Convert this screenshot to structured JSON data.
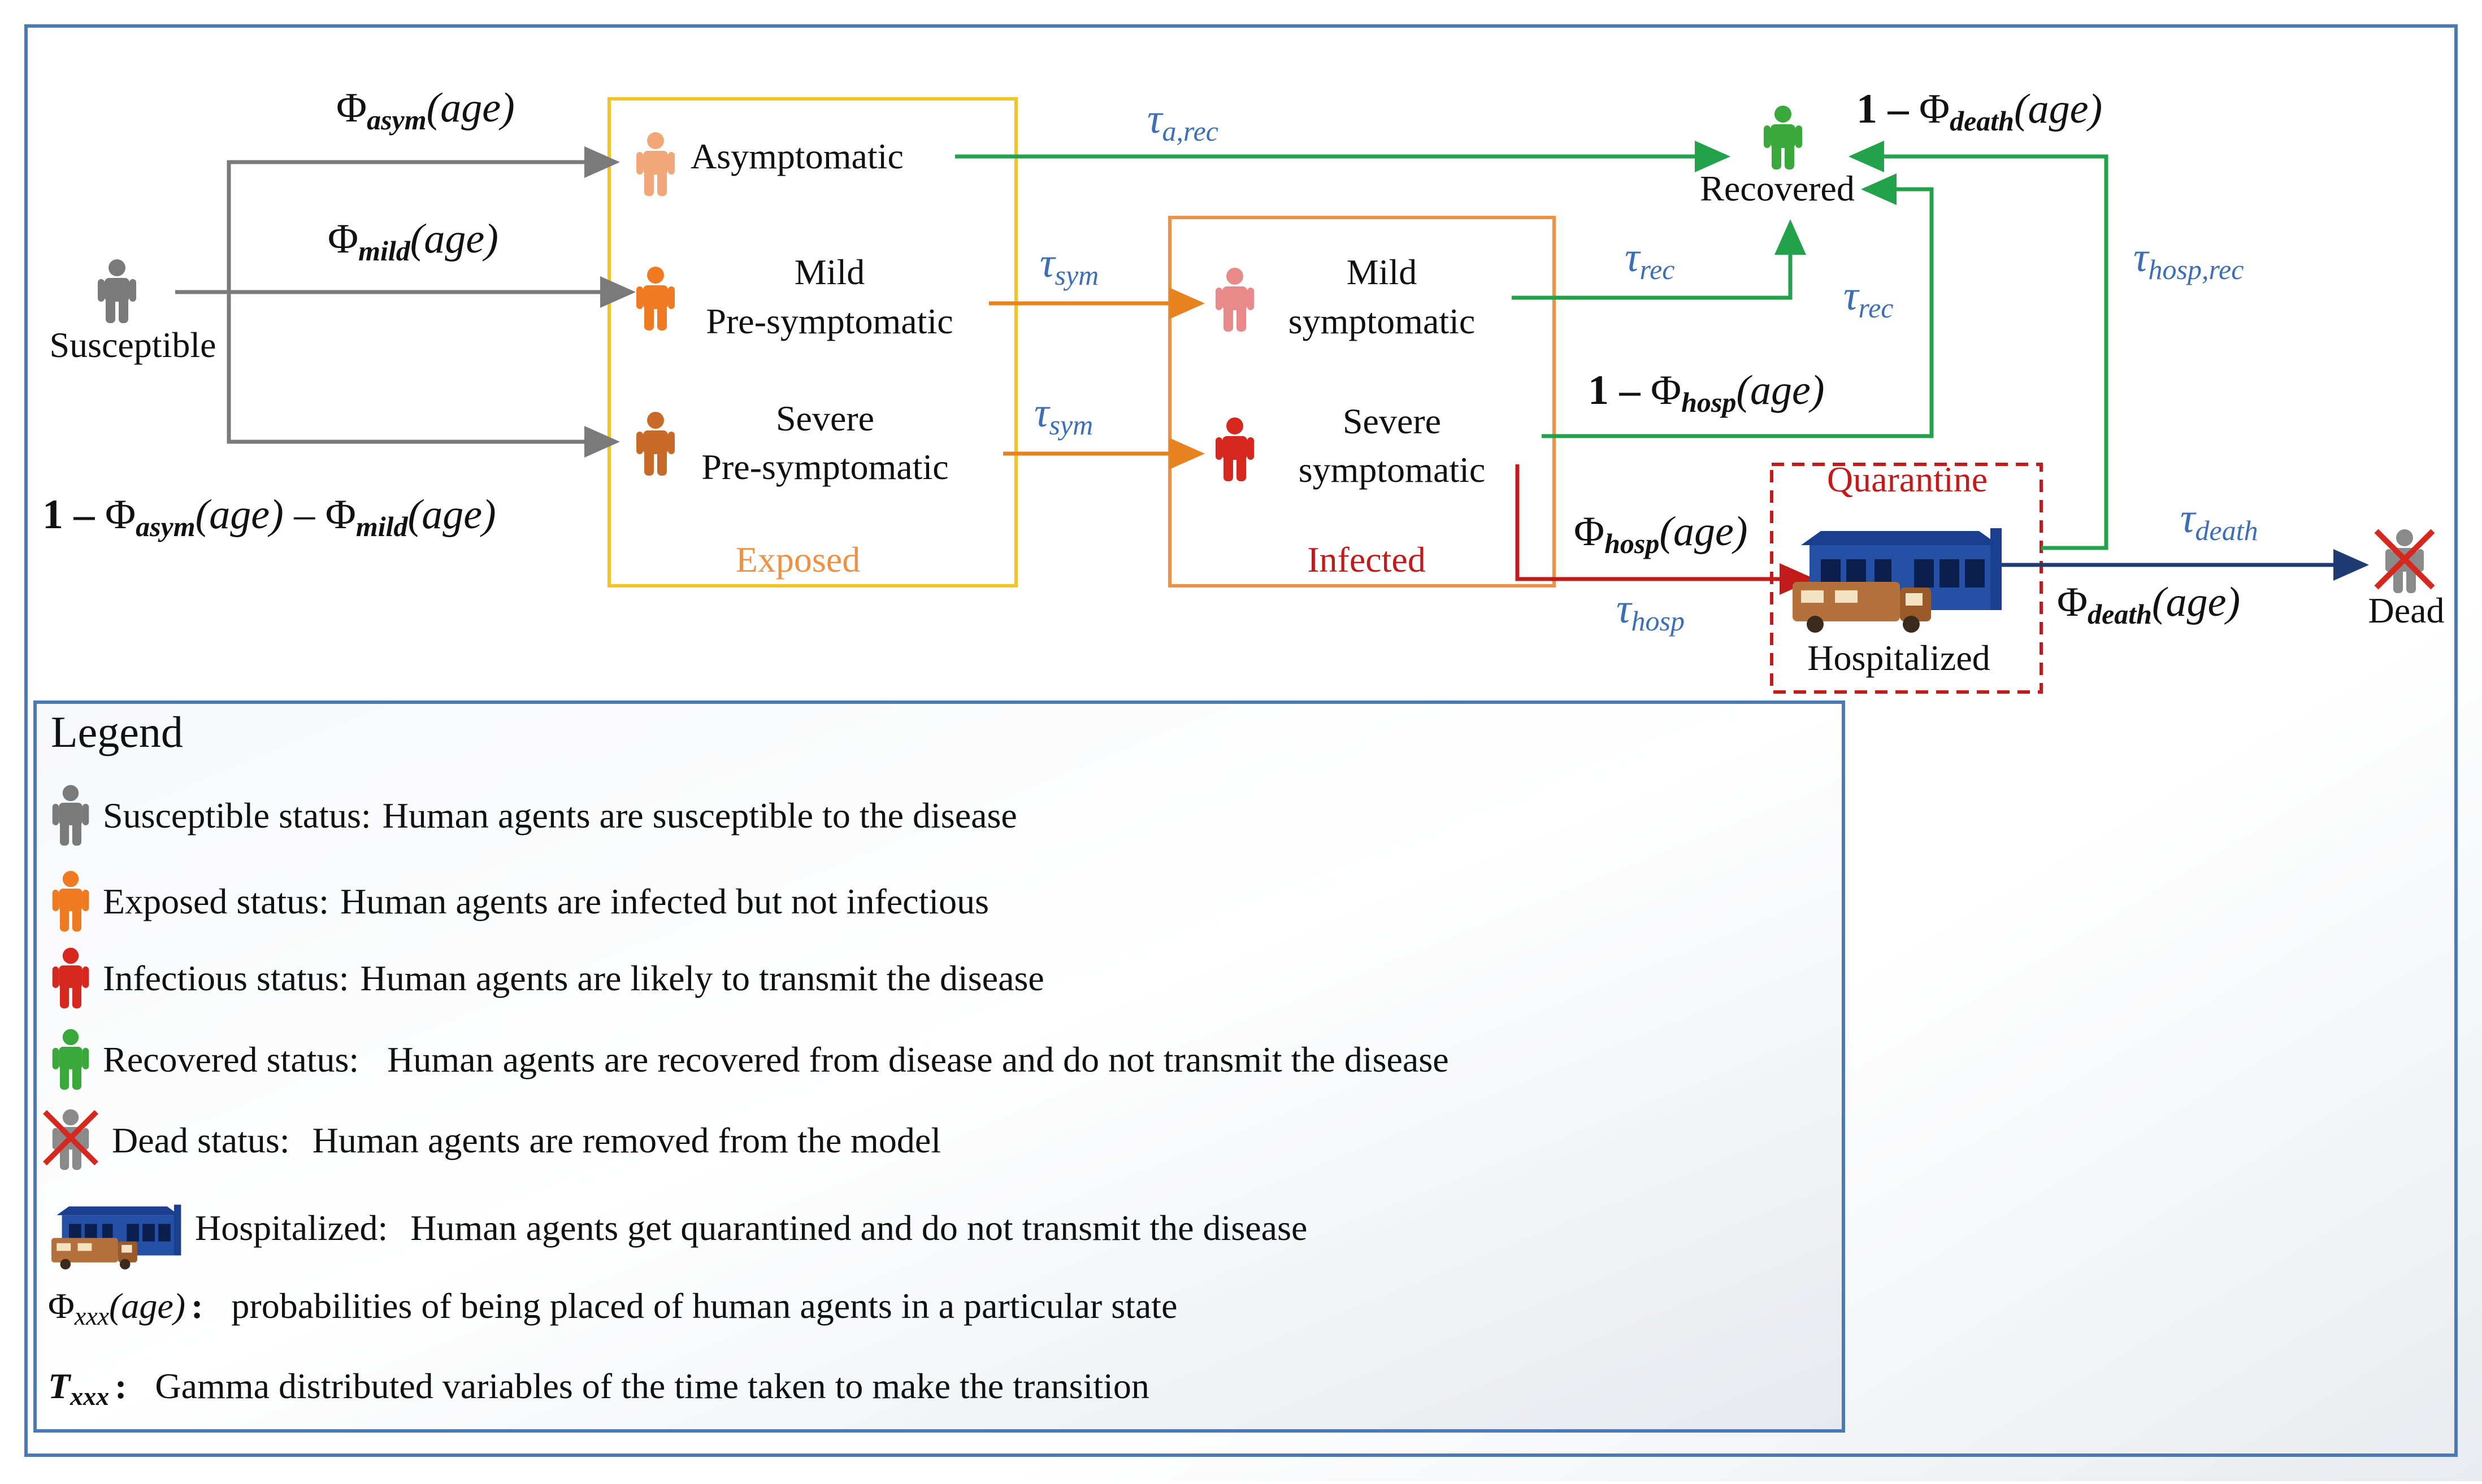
{
  "nodes": {
    "susceptible": "Susceptible",
    "asymptomatic": "Asymptomatic",
    "mild_pre_1": "Mild",
    "mild_pre_2": "Pre-symptomatic",
    "severe_pre_1": "Severe",
    "severe_pre_2": "Pre-symptomatic",
    "exposed": "Exposed",
    "mild_sym_1": "Mild",
    "mild_sym_2": "symptomatic",
    "severe_sym_1": "Severe",
    "severe_sym_2": "symptomatic",
    "infected": "Infected",
    "recovered": "Recovered",
    "quarantine": "Quarantine",
    "hospitalized": "Hospitalized",
    "dead": "Dead"
  },
  "probabilities": {
    "phi": "Φ",
    "age": "(age)",
    "one_minus": "1 –",
    "minus": "–",
    "asym": "asym",
    "mild": "mild",
    "hosp": "hosp",
    "death": "death"
  },
  "rates": {
    "tau": "τ",
    "a_rec": "a,rec",
    "sym": "sym",
    "rec": "rec",
    "hosp": "hosp",
    "hosp_rec": "hosp,rec",
    "death": "death"
  },
  "legend": {
    "title": "Legend",
    "items": [
      {
        "label": "Susceptible status:",
        "text": "Human agents are susceptible to the disease",
        "icon": "person-gray-icon"
      },
      {
        "label": "Exposed status:",
        "text": "Human agents are infected but not infectious",
        "icon": "person-orange-icon"
      },
      {
        "label": "Infectious status:",
        "text": "Human agents are likely to transmit the disease",
        "icon": "person-red-icon"
      },
      {
        "label": "Recovered status:",
        "text": "Human agents are recovered from disease and do not transmit the disease",
        "icon": "person-green-icon"
      },
      {
        "label": "Dead status:",
        "text": "Human agents are removed from the model",
        "icon": "person-dead-icon"
      },
      {
        "label": "Hospitalized:",
        "text": "Human agents get quarantined and do not transmit the disease",
        "icon": "hospital-icon"
      }
    ],
    "phi_sym": "Φ",
    "phi_sub": "xxx",
    "phi_age": "(age)",
    "phi_colon": ":",
    "phi_text": "probabilities of being placed of human agents in a particular state",
    "t_sym": "T",
    "t_sub": "xxx",
    "t_colon": ":",
    "t_text": "Gamma distributed variables of the time taken to make the transition"
  },
  "colors": {
    "frame": "#4a7ab5",
    "gray_person": "#7a7a7a",
    "orange_person": "#f07a22",
    "light_orange_person": "#f2a77a",
    "brown_person": "#c86a28",
    "pink_person": "#e88a8a",
    "red_person": "#d6281e",
    "green_person": "#3aa83a",
    "exposed_box": "#f2c426",
    "infected_box": "#ef9145",
    "green_arrow": "#22a24a",
    "orange_arrow": "#e8821e",
    "red_arrow": "#c31a1a",
    "navy_arrow": "#1f3b73",
    "rate_blue": "#3d6fb6"
  }
}
